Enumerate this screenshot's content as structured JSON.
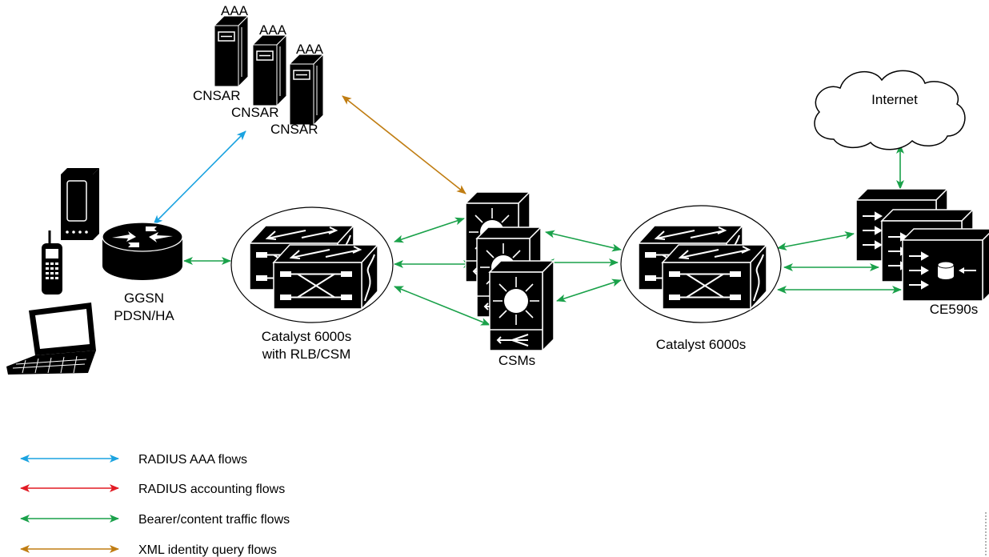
{
  "colors": {
    "radius_aaa": "#1ba3e0",
    "radius_accounting": "#e21b24",
    "bearer": "#1aa14a",
    "xml": "#c07d12"
  },
  "labels": {
    "aaa_1": "AAA",
    "aaa_2": "AAA",
    "aaa_3": "AAA",
    "cnsar_1": "CNSAR",
    "cnsar_2": "CNSAR",
    "cnsar_3": "CNSAR",
    "internet": "Internet",
    "ggsn": "GGSN",
    "pdsn": "PDSN/HA",
    "catalyst_rlb_1": "Catalyst 6000s",
    "catalyst_rlb_2": "with RLB/CSM",
    "csms": "CSMs",
    "catalyst_2": "Catalyst 6000s",
    "ce590s": "CE590s"
  },
  "legend": [
    {
      "label": "RADIUS AAA flows",
      "color_key": "radius_aaa"
    },
    {
      "label": "RADIUS accounting flows",
      "color_key": "radius_accounting"
    },
    {
      "label": "Bearer/content traffic flows",
      "color_key": "bearer"
    },
    {
      "label": "XML identity query flows",
      "color_key": "xml"
    }
  ],
  "icons": [
    "server-icon",
    "cloud-icon",
    "router-icon",
    "pda-icon",
    "cell-phone-icon",
    "laptop-icon",
    "catalyst-switch-icon",
    "csm-module-icon",
    "content-engine-icon"
  ]
}
